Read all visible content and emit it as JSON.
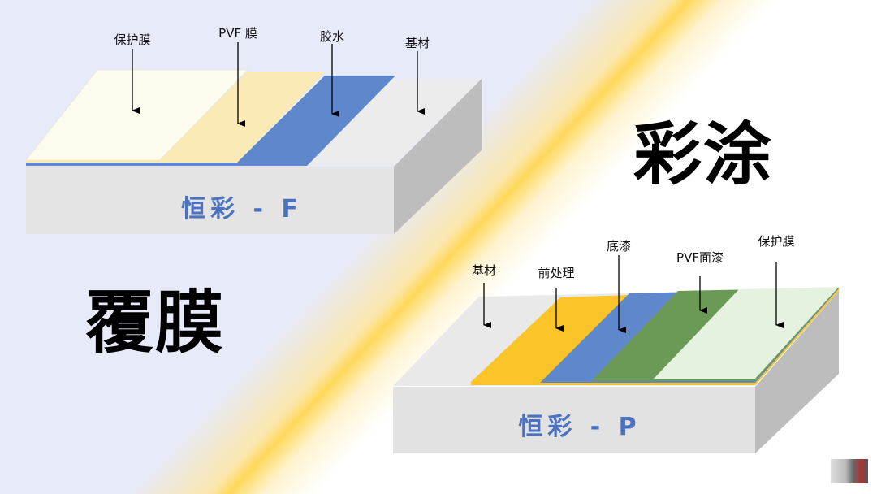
{
  "titles": {
    "film": "覆膜",
    "coating": "彩涂"
  },
  "diagram_f": {
    "product": "恒彩 - F",
    "layers": [
      "保护膜",
      "PVF 膜",
      "胶水",
      "基材"
    ],
    "colors": {
      "protective": "#fdfbee",
      "pvf": "#fbeab5",
      "glue": "#5f87cc",
      "base": "#e6e6e6"
    }
  },
  "diagram_p": {
    "product": "恒彩 - P",
    "layers": [
      "基材",
      "前处理",
      "底漆",
      "PVF面漆",
      "保护膜"
    ],
    "colors": {
      "pretreatment": "#fbc52a",
      "primer": "#5f87cc",
      "pvf": "#6a9a56",
      "protective": "#e6f2e0",
      "base": "#e6e6e6"
    }
  }
}
